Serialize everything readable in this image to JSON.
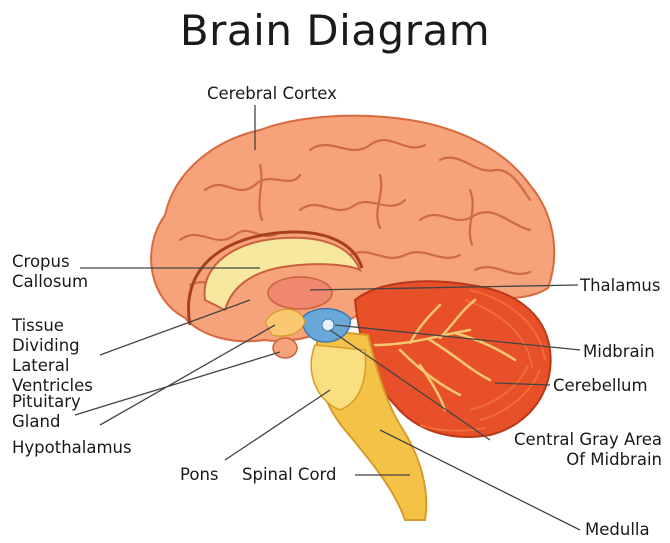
{
  "title": "Brain Diagram",
  "labels": {
    "cerebral_cortex": "Cerebral Cortex",
    "corpus_callosum": "Cropus\nCallosum",
    "tissue_dividing": "Tissue\nDividing\nLateral\nVentricles",
    "pituitary_gland": "Pituitary\nGland",
    "hypothalamus": "Hypothalamus",
    "pons": "Pons",
    "spinal_cord": "Spinal Cord",
    "thalamus": "Thalamus",
    "midbrain": "Midbrain",
    "cerebellum": "Cerebellum",
    "central_gray": "Central Gray Area\nOf Midbrain",
    "medulla": "Medulla"
  },
  "colors": {
    "cortex": "#f6a27a",
    "cortex_dark": "#e07a50",
    "cortex_line": "#c9623c",
    "cerebellum": "#e8502a",
    "cerebellum_light": "#f07038",
    "cerebellum_tree": "#f8c870",
    "callosum": "#f7e8a0",
    "stem": "#f5c248",
    "stem_light": "#f9df80",
    "midbrain": "#6aa8d8",
    "thalamus": "#f08870",
    "leader": "#444444"
  }
}
